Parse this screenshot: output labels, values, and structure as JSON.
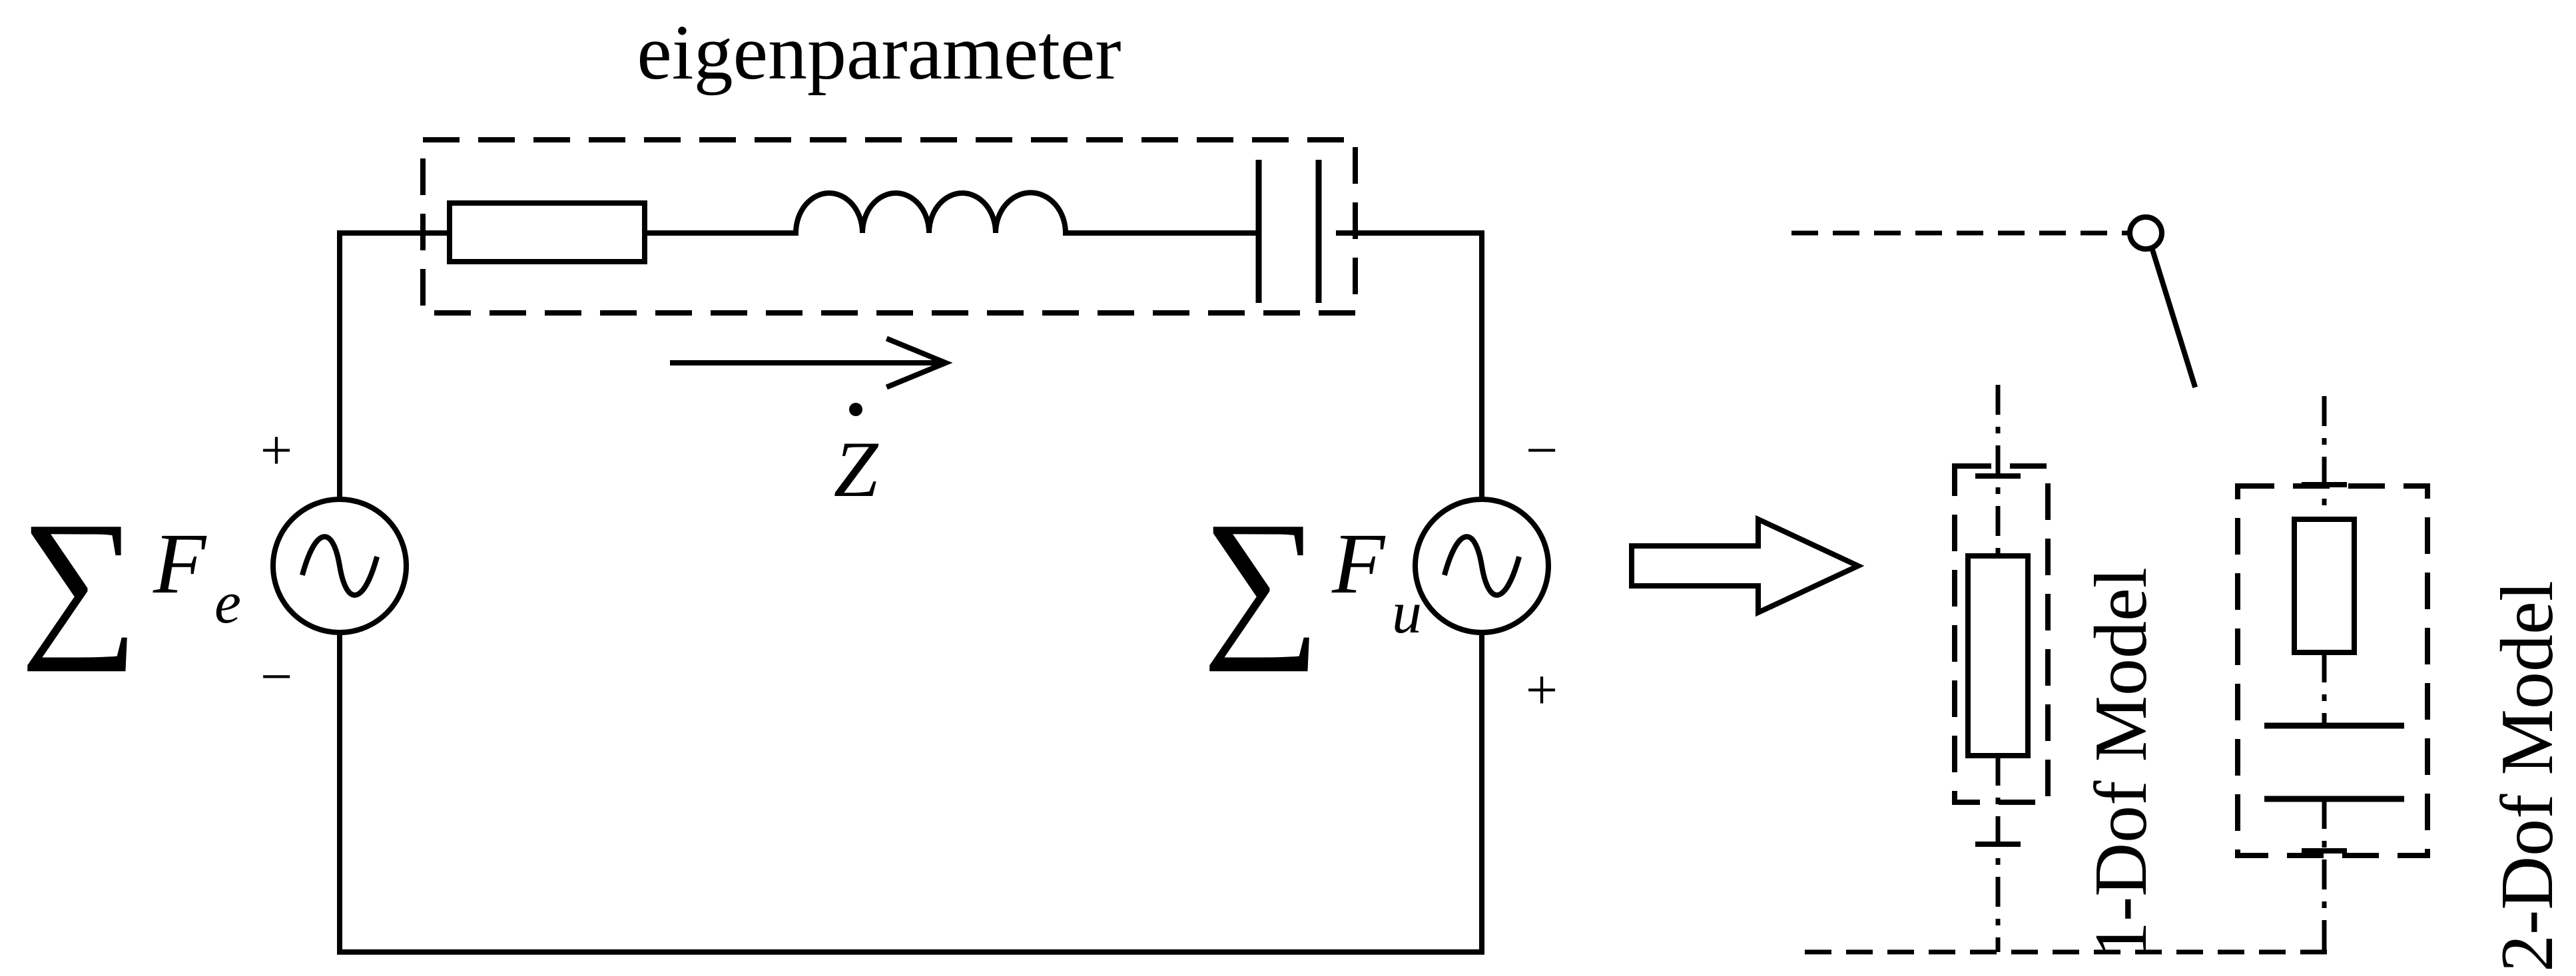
{
  "diagram": {
    "title": "eigenparameter",
    "impedance_symbol": "Z",
    "source_left": {
      "sigma": "∑",
      "symbol": "F",
      "subscript": "e",
      "polarity_top": "+",
      "polarity_bottom": "−"
    },
    "source_right": {
      "sigma": "∑",
      "symbol": "F",
      "subscript": "u",
      "polarity_top": "−",
      "polarity_bottom": "+"
    },
    "model_1": "1-Dof Model",
    "model_2": "2-Dof Model"
  }
}
